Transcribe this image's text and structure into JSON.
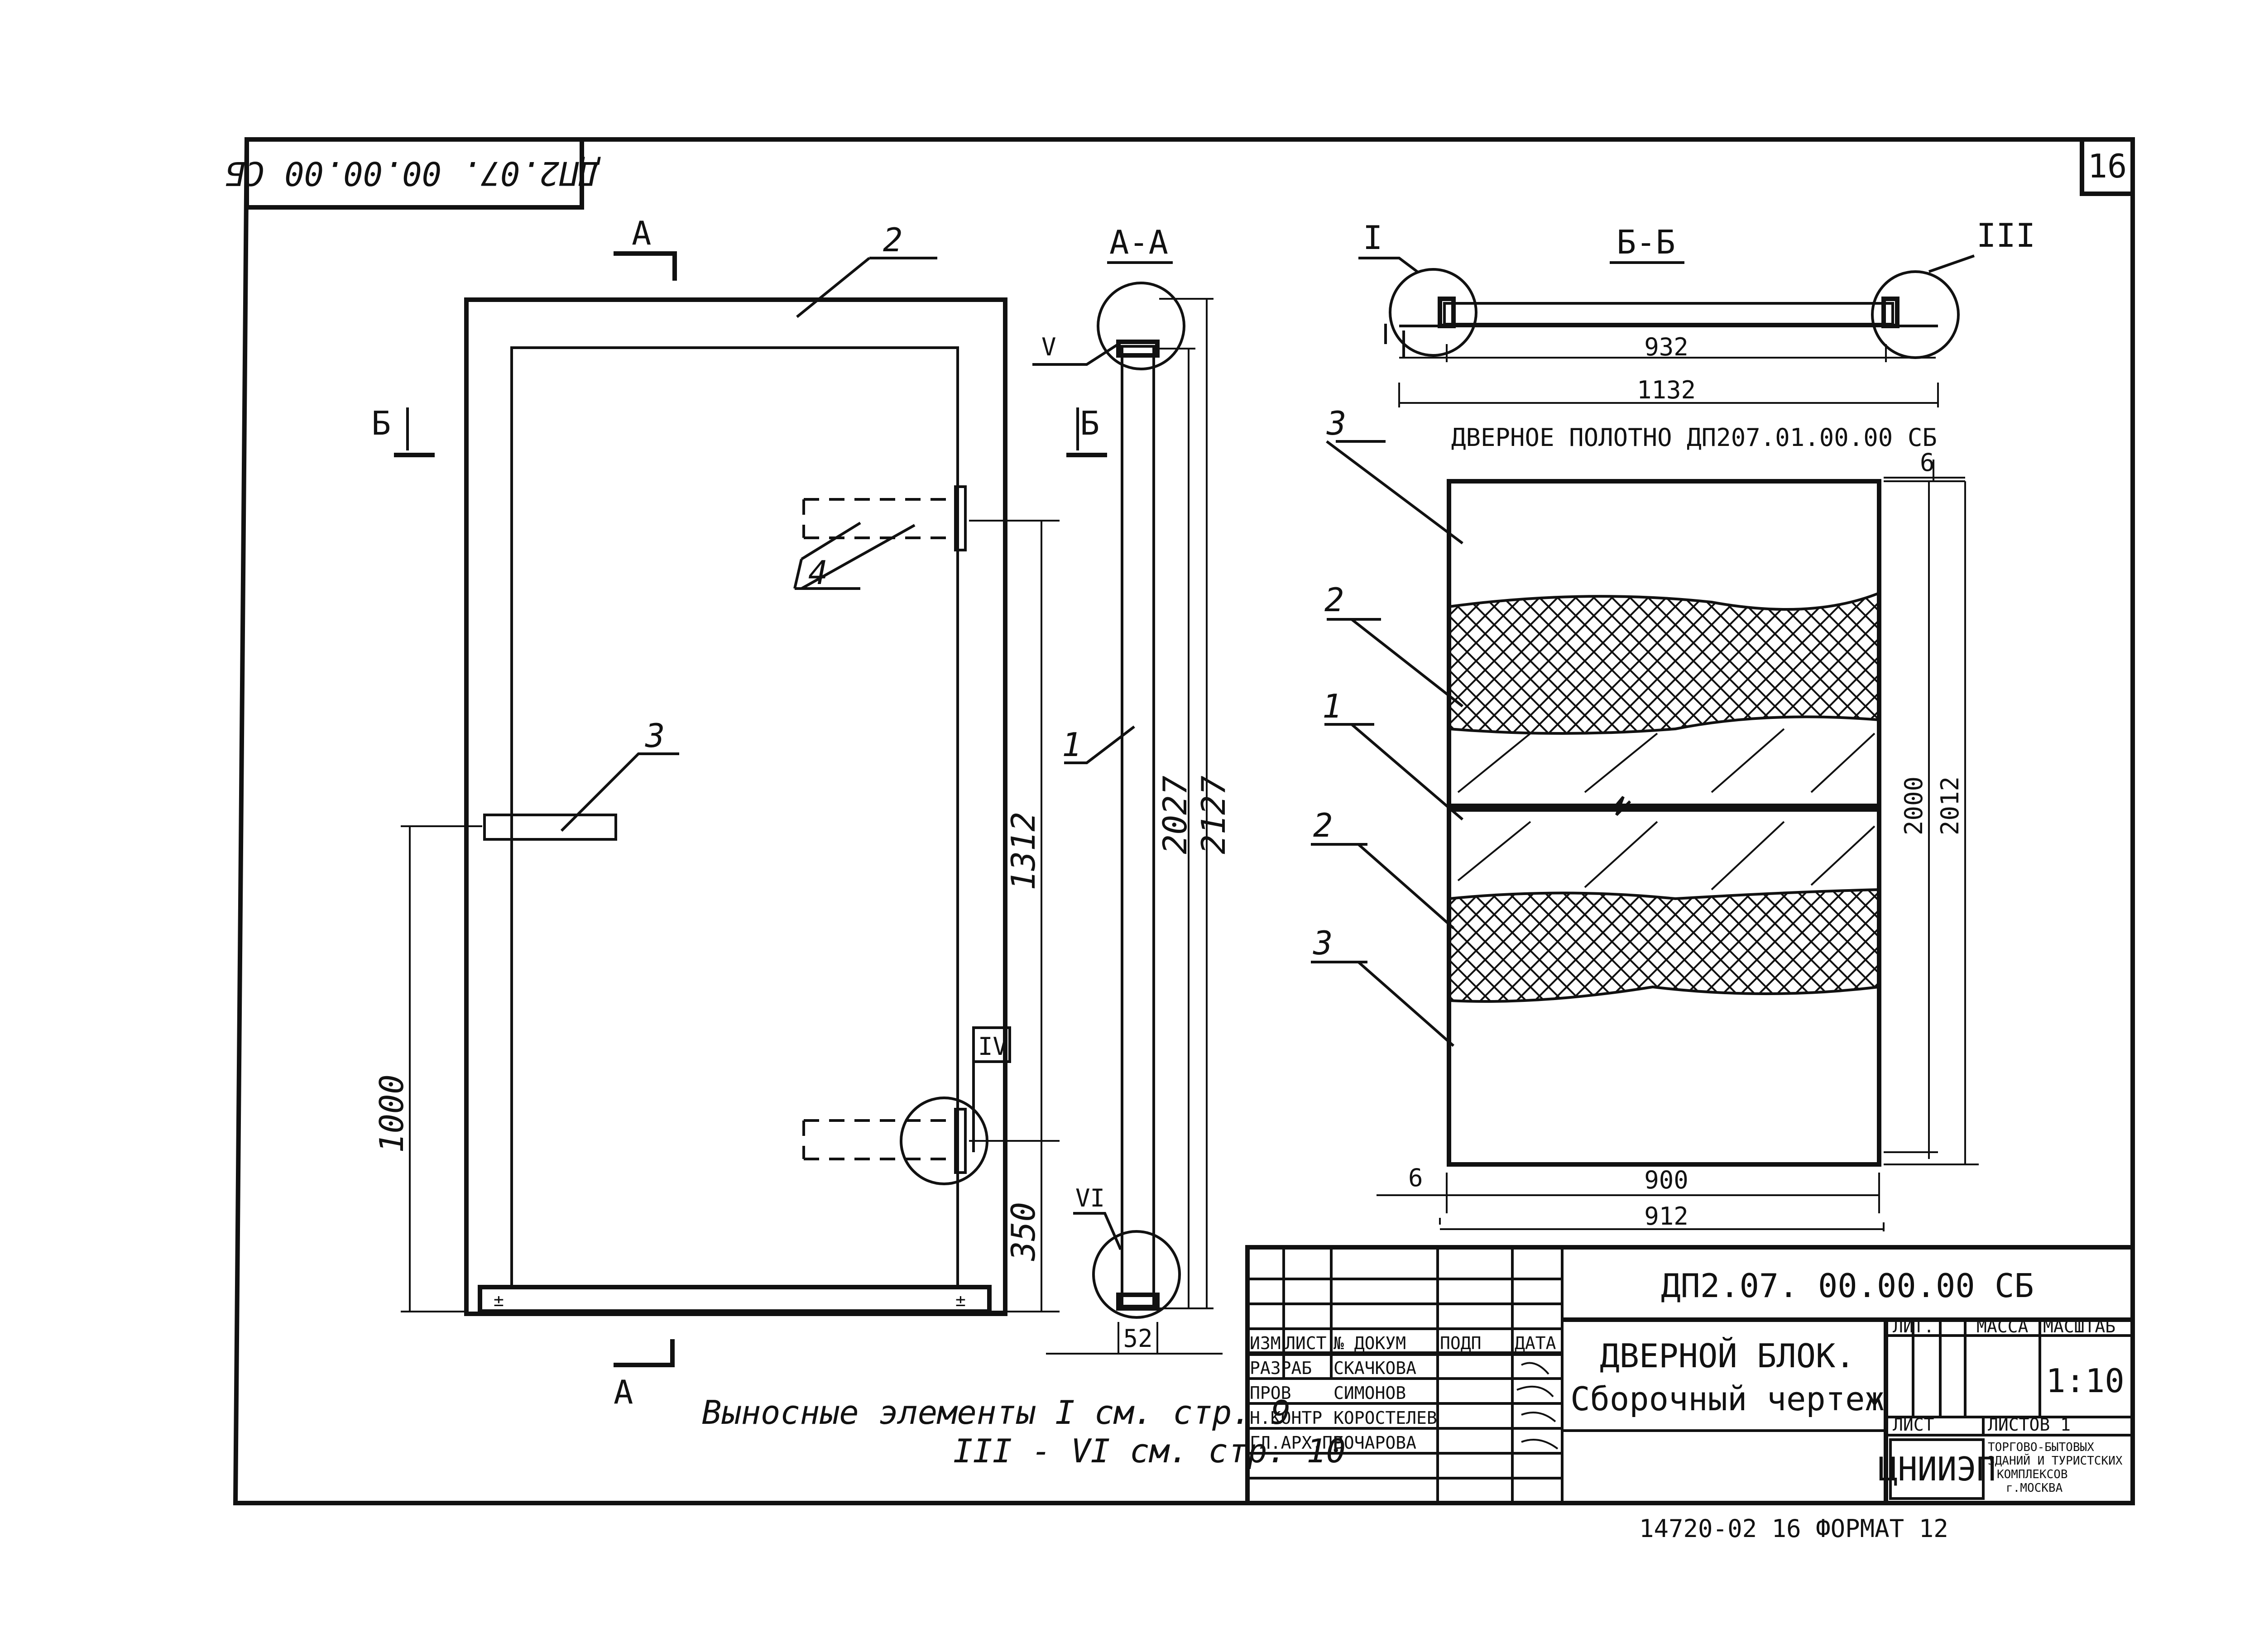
{
  "sheet": {
    "rotated_code": "ДП2.07. 00.00.00 СБ",
    "sheet_no": "16",
    "bottom_note": "14720-02   16   ФОРМАТ 12"
  },
  "views": {
    "section_aa_title": "А-А",
    "section_bb_title": "Б-Б",
    "cut_a_top": "А",
    "cut_a_bottom": "А",
    "cut_b_left": "Б",
    "cut_b_right": "Б"
  },
  "door_front": {
    "callouts": [
      "2",
      "3",
      "4"
    ],
    "node_label_iv": "IV",
    "dim_1312": "1312",
    "dim_1000": "1000",
    "dim_350": "350"
  },
  "section_aa": {
    "callout_1": "1",
    "node_v": "V",
    "node_vi": "VI",
    "dim_2027": "2027",
    "dim_2127": "2127",
    "dim_52": "52"
  },
  "section_bb": {
    "node_i": "I",
    "node_iii": "III",
    "dim_932": "932",
    "dim_1132": "1132"
  },
  "leaf": {
    "title": "ДВЕРНОЕ   ПОЛОТНО   ДП207.01.00.00 СБ",
    "callouts": [
      "3",
      "2",
      "1",
      "2",
      "3"
    ],
    "dim_6_top": "6",
    "dim_6_left": "6",
    "dim_2000": "2000",
    "dim_2012": "2012",
    "dim_900": "900",
    "dim_912": "912"
  },
  "notes": {
    "line1": "Выносные элементы I см. стр. 9",
    "line2": "III - VI см. стр. 10"
  },
  "title_block": {
    "doc_code": "ДП2.07. 00.00.00 СБ",
    "name_line1": "ДВЕРНОЙ  БЛОК.",
    "name_line2": "Сборочный   чертеж",
    "col_headers": [
      "ИЗМ",
      "ЛИСТ",
      "№ ДОКУМ",
      "ПОДП",
      "ДАТА"
    ],
    "roles": [
      "РАЗРАБ",
      "ПРОВ",
      "Н.КОНТР",
      "ГЛ.АРХ.ПР"
    ],
    "people": [
      "СКАЧКОВА",
      "СИМОНОВ",
      "КОРОСТЕЛЕВ",
      "БОЧАРОВА"
    ],
    "lit_label": "ЛИТ.",
    "mass_label": "МАССА",
    "scale_label": "МАСШТАБ",
    "scale_value": "1:10",
    "sheet_label": "ЛИСТ",
    "sheets_label": "ЛИСТОВ  1",
    "org_logo": "ЦНИИЭП",
    "org_line1": "ТОРГОВО-БЫТОВЫХ",
    "org_line2": "ЗДАНИЙ И ТУРИСТСКИХ",
    "org_line3": "КОМПЛЕКСОВ",
    "org_line4": "г.МОСКВА"
  }
}
